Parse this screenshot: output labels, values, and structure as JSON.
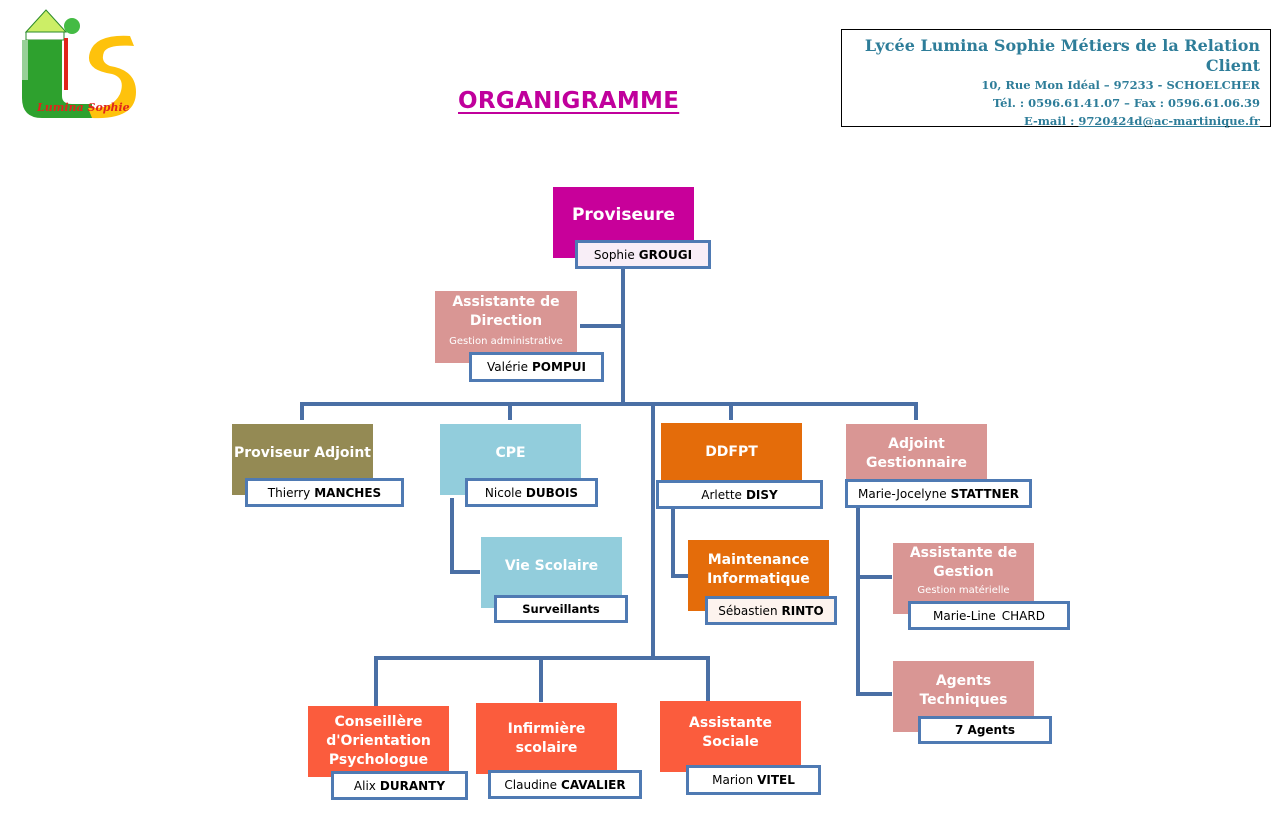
{
  "logo": {
    "text": "Lumina Sophie",
    "letters": "LS",
    "colors": {
      "green": "#2ea12e",
      "yellow": "#fec20c",
      "red": "#e0251b"
    }
  },
  "title": "ORGANIGRAMME",
  "header": {
    "school": "Lycée Lumina Sophie Métiers de la Relation Client",
    "address": "10, Rue Mon Idéal – 97233 - SCHOELCHER",
    "phone": "Tél. : 0596.61.41.07 – Fax : 0596.61.06.39",
    "email_label": "E-mail : ",
    "email": "9720424d@ac-martinique.fr"
  },
  "colors": {
    "connector": "#4a6fa5",
    "name_border": "#4f7ab3",
    "title": "#c0009c",
    "header_text": "#2e7d99"
  },
  "nodes": {
    "proviseure": {
      "role": "Proviseure",
      "first": "Sophie",
      "last": "GROUGI"
    },
    "assistante_direction": {
      "role_l1": "Assistante de",
      "role_l2": "Direction",
      "sub": "Gestion administrative",
      "first": "Valérie",
      "last": "POMPUI"
    },
    "proviseur_adjoint": {
      "role": "Proviseur Adjoint",
      "first": "Thierry",
      "last": "MANCHES"
    },
    "cpe": {
      "role": "CPE",
      "first": "Nicole",
      "last": "DUBOIS"
    },
    "vie_scolaire": {
      "role": "Vie Scolaire",
      "name": "Surveillants"
    },
    "ddfpt": {
      "role": "DDFPT",
      "first": "Arlette",
      "last": "DISY"
    },
    "maintenance": {
      "role_l1": "Maintenance",
      "role_l2": "Informatique",
      "first": "Sébastien",
      "last": "RINTO"
    },
    "adjoint_gestionnaire": {
      "role_l1": "Adjoint",
      "role_l2": "Gestionnaire",
      "first": "Marie-Jocelyne",
      "last": "STATTNER"
    },
    "assistante_gestion": {
      "role_l1": "Assistante de",
      "role_l2": "Gestion",
      "sub": "Gestion matérielle",
      "first": "Marie-Line",
      "last": "CHARD"
    },
    "agents_techniques": {
      "role": "Agents Techniques",
      "name": "7 Agents"
    },
    "conseillere": {
      "role_l1": "Conseillère",
      "role_l2": "d'Orientation",
      "role_l3": "Psychologue",
      "first": "Alix",
      "last": "DURANTY"
    },
    "infirmiere": {
      "role": "Infirmière scolaire",
      "first": "Claudine",
      "last": "CAVALIER"
    },
    "assistante_sociale": {
      "role": "Assistante Sociale",
      "first": "Marion",
      "last": "VITEL"
    }
  }
}
